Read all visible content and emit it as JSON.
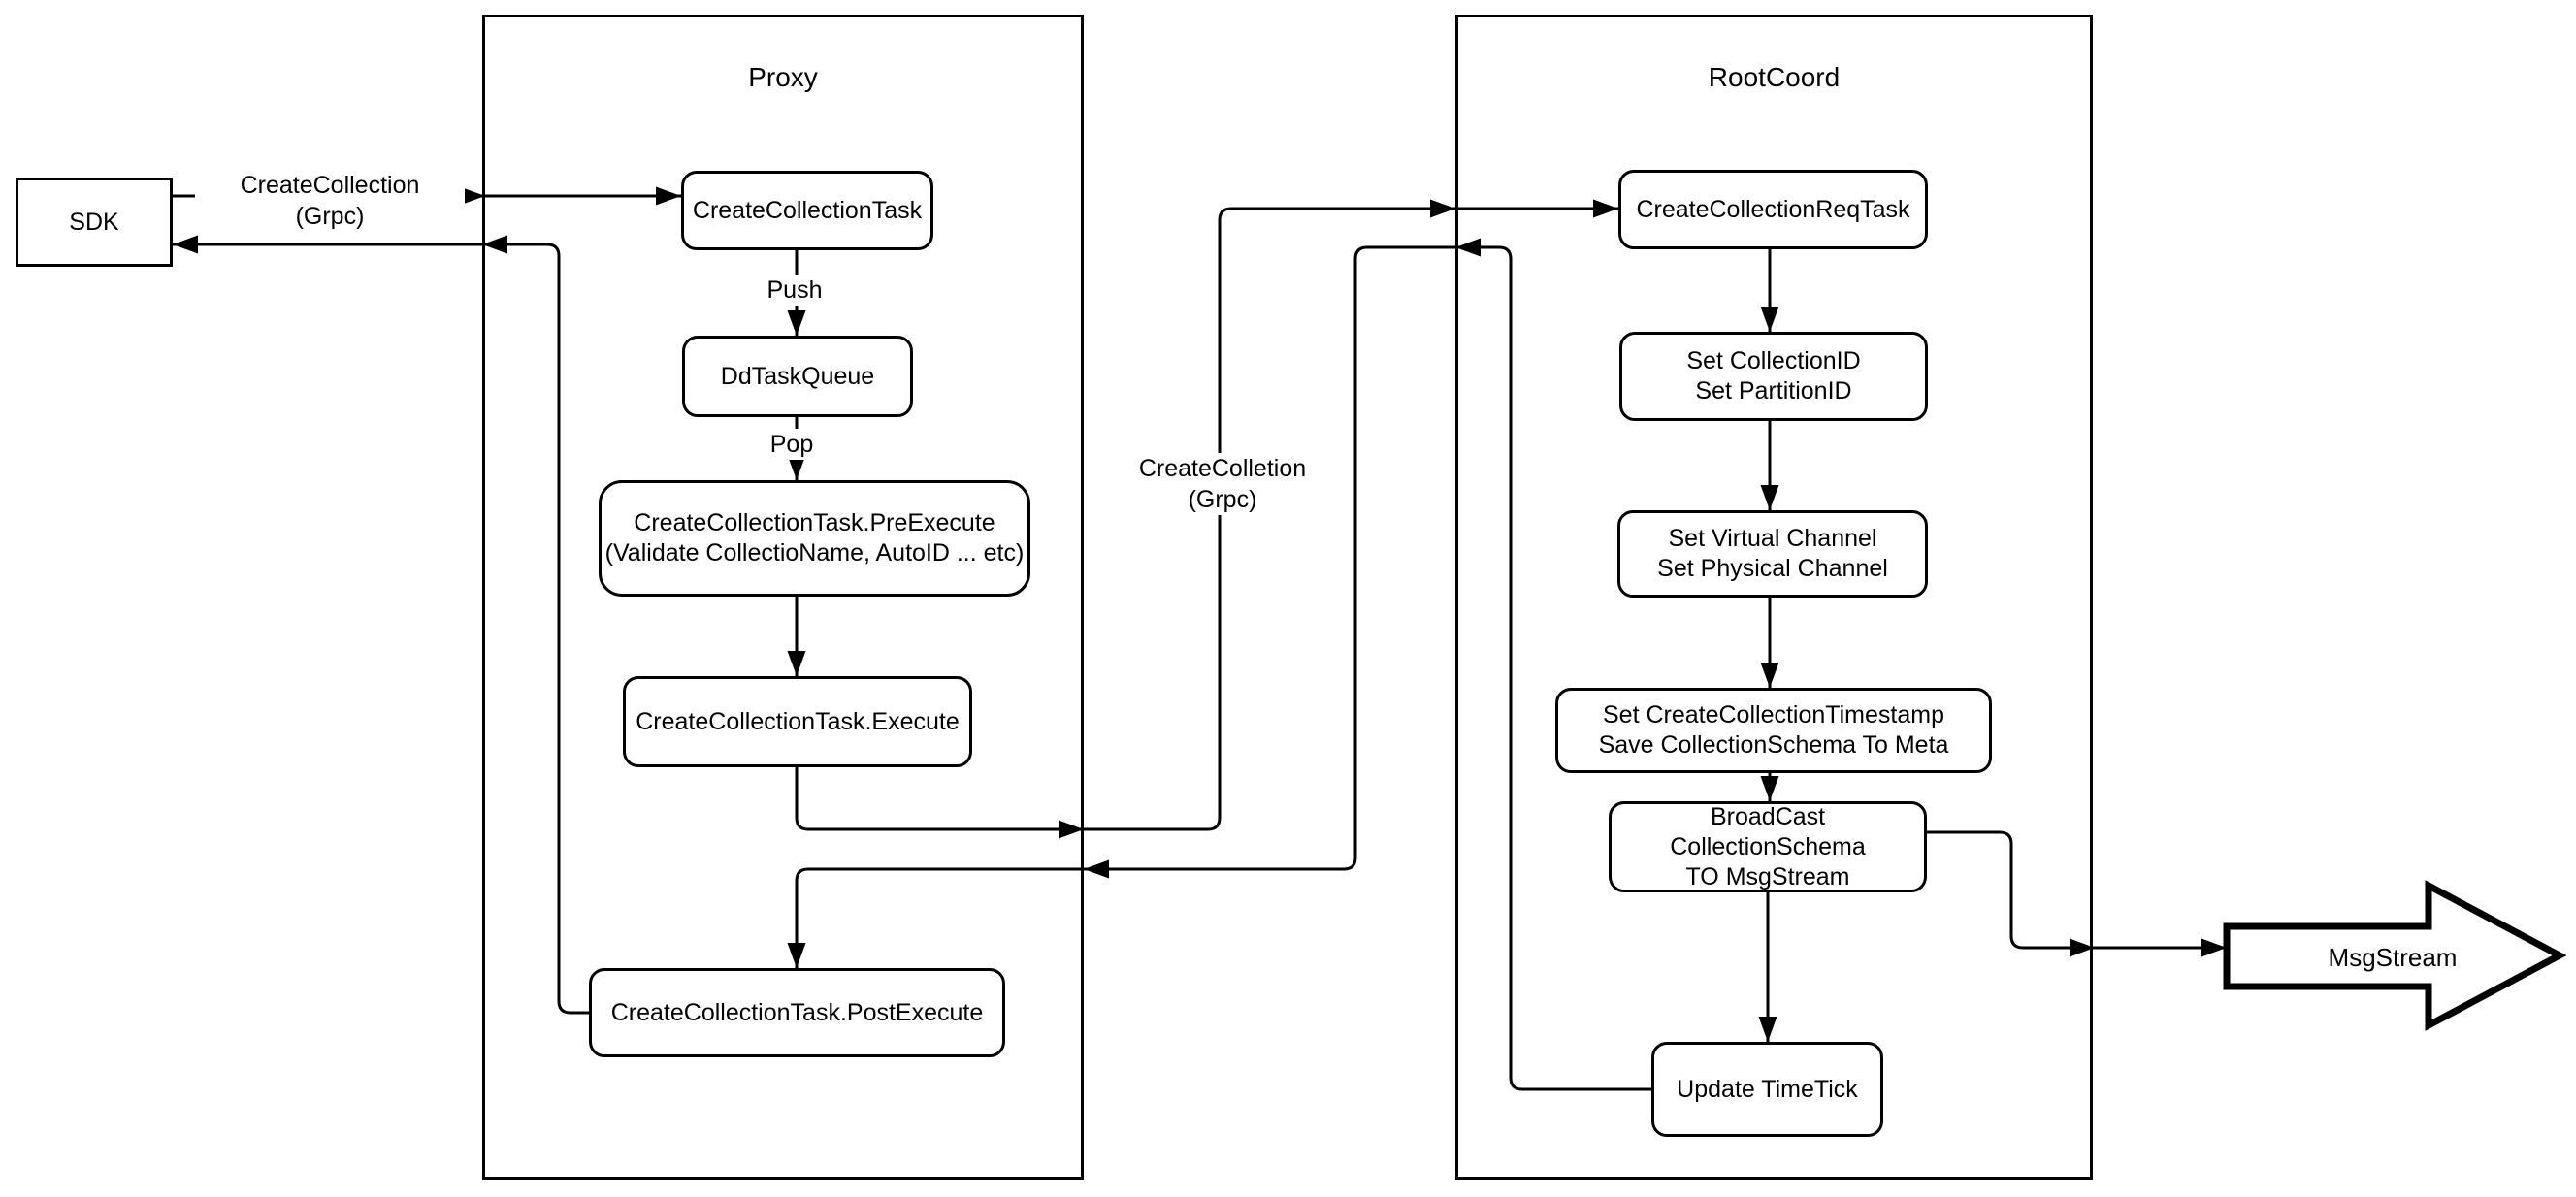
{
  "diagram": {
    "containers": {
      "proxy": {
        "title": "Proxy"
      },
      "rootcoord": {
        "title": "RootCoord"
      }
    },
    "nodes": {
      "sdk": "SDK",
      "create_collection_task": "CreateCollectionTask",
      "dd_task_queue": "DdTaskQueue",
      "pre_execute": "CreateCollectionTask.PreExecute\n(Validate CollectioName, AutoID ... etc)",
      "execute": "CreateCollectionTask.Execute",
      "post_execute": "CreateCollectionTask.PostExecute",
      "create_collection_req_task": "CreateCollectionReqTask",
      "set_ids": "Set CollectionID\nSet PartitionID",
      "set_channels": "Set Virtual Channel\nSet Physical Channel",
      "set_timestamp": "Set CreateCollectionTimestamp\nSave CollectionSchema To Meta",
      "broadcast": "BroadCast CollectionSchema\nTO MsgStream",
      "update_timetick": "Update TimeTick",
      "msgstream": "MsgStream"
    },
    "edge_labels": {
      "request_grpc": "CreateCollection\n(Grpc)",
      "push": "Push",
      "pop": "Pop",
      "forward_grpc": "CreateColletion\n(Grpc)"
    },
    "colors": {
      "stroke": "#000000",
      "background": "#ffffff"
    }
  }
}
